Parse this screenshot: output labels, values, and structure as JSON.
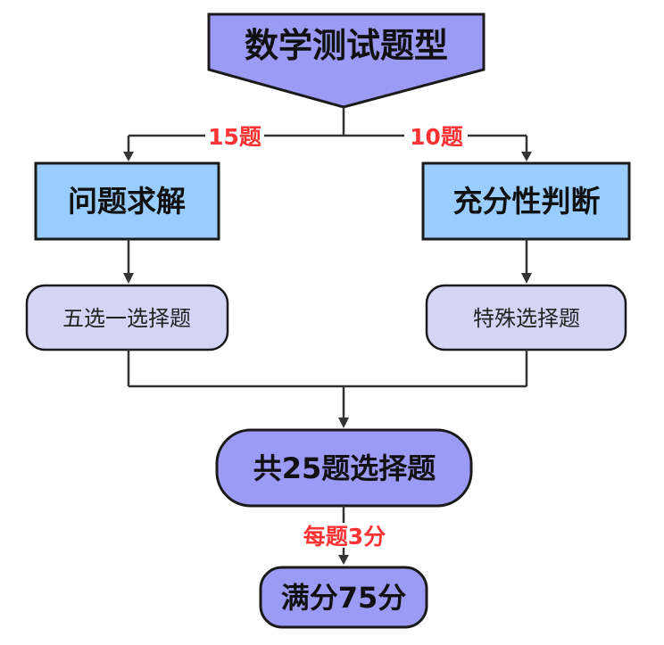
{
  "diagram": {
    "title": "数学测试题型",
    "left_branch": {
      "edge_label": "15题",
      "box": "问题求解",
      "sub_box": "五选一选择题"
    },
    "right_branch": {
      "edge_label": "10题",
      "box": "充分性判断",
      "sub_box": "特殊选择题"
    },
    "total": "共25题选择题",
    "score_label": "每题3分",
    "full_score": "满分75分"
  },
  "colors": {
    "title_fill": "#9b9bf5",
    "rect_fill": "#99ccff",
    "sub_fill": "#d4d4f5",
    "total_fill": "#9b9bf5",
    "label_red": "#ff3333",
    "border": "#1a1a1a"
  }
}
